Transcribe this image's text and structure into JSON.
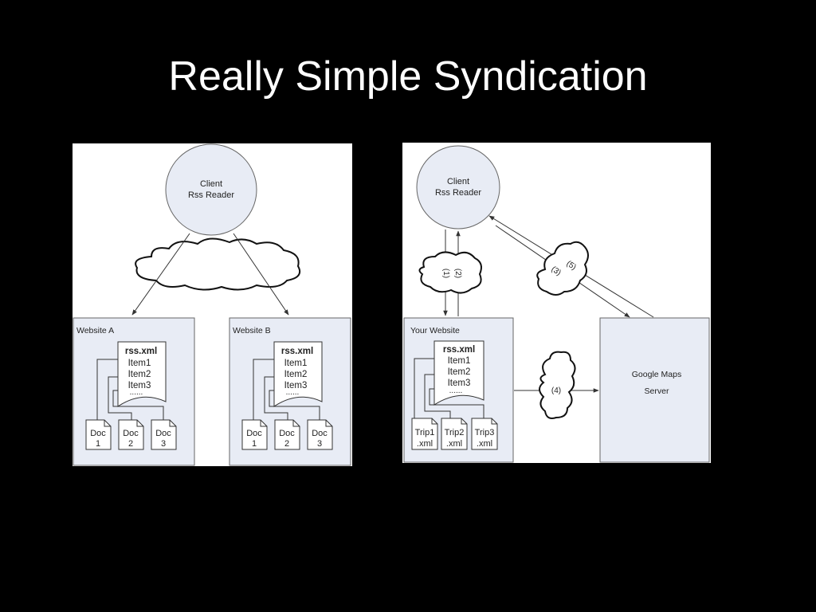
{
  "slide": {
    "title": "Really Simple Syndication"
  },
  "left": {
    "client": {
      "line1": "Client",
      "line2": "Rss Reader"
    },
    "site_a": {
      "label": "Website A",
      "rss": {
        "title": "rss.xml",
        "items": [
          "Item1",
          "Item2",
          "Item3"
        ],
        "more": "......"
      },
      "docs": [
        {
          "line1": "Doc",
          "line2": "1"
        },
        {
          "line1": "Doc",
          "line2": "2"
        },
        {
          "line1": "Doc",
          "line2": "3"
        }
      ]
    },
    "site_b": {
      "label": "Website B",
      "rss": {
        "title": "rss.xml",
        "items": [
          "Item1",
          "Item2",
          "Item3"
        ],
        "more": "......"
      },
      "docs": [
        {
          "line1": "Doc",
          "line2": "1"
        },
        {
          "line1": "Doc",
          "line2": "2"
        },
        {
          "line1": "Doc",
          "line2": "3"
        }
      ]
    }
  },
  "right": {
    "client": {
      "line1": "Client",
      "line2": "Rss Reader"
    },
    "your_site": {
      "label": "Your Website",
      "rss": {
        "title": "rss.xml",
        "items": [
          "Item1",
          "Item2",
          "Item3"
        ],
        "more": "......"
      },
      "trips": [
        {
          "line1": "Trip1",
          "line2": ".xml"
        },
        {
          "line1": "Trip2",
          "line2": ".xml"
        },
        {
          "line1": "Trip3",
          "line2": ".xml"
        }
      ]
    },
    "gmaps": {
      "line1": "Google Maps",
      "line2": "Server"
    },
    "steps": {
      "s1": "(1)",
      "s2": "(2)",
      "s3": "(3)",
      "s4": "(4)",
      "s5": "(5)"
    }
  },
  "colors": {
    "background": "#000000",
    "panel": "#ffffff",
    "node_fill": "#e8ecf5",
    "stroke": "#555555"
  }
}
